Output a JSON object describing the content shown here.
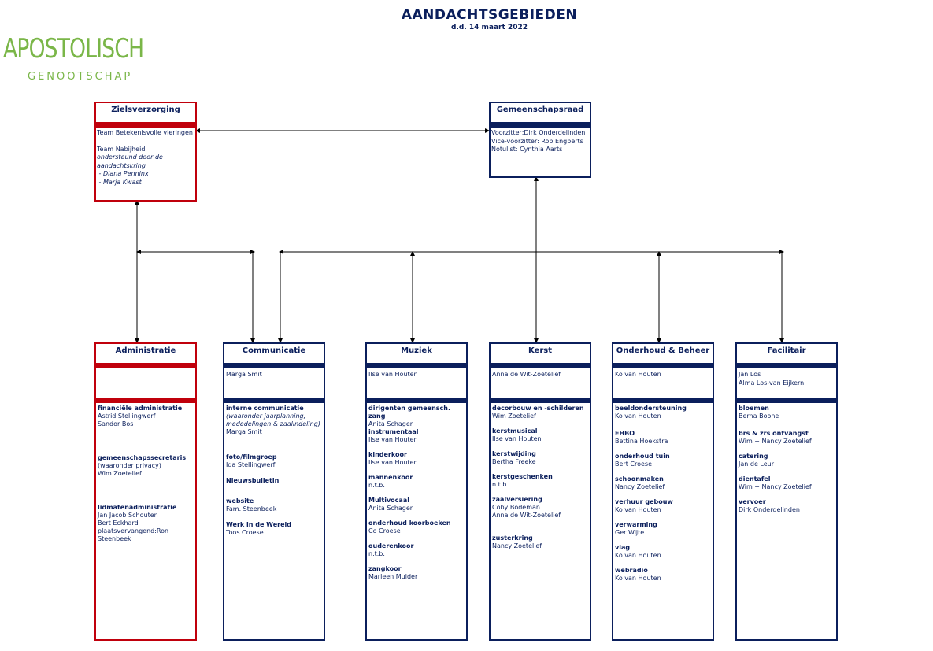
{
  "header": {
    "title": "AANDACHTSGEBIEDEN",
    "subtitle": "d.d. 14 maart 2022"
  },
  "logo": {
    "main": "APOSTOLISCH",
    "sub": "GENOOTSCHAP"
  },
  "colors": {
    "navy": "#0b1f5c",
    "red": "#c0000c",
    "green": "#7ab648"
  },
  "zielsverzorging": {
    "title": "Zielsverzorging",
    "line1": "Team Betekenisvolle vieringen",
    "line2": "Team Nabijheid",
    "line3": "ondersteund door de",
    "line4": "aandachtskring",
    "line5": " - Diana Penninx",
    "line6": " - Marja Kwast"
  },
  "gemeenschapsraad": {
    "title": "Gemeenschapsraad",
    "line1": "Voorzitter:Dirk Onderdelinden",
    "line2": "Vice-voorzitter: Rob Engberts",
    "line3": "Notulist: Cynthia Aarts"
  },
  "administratie": {
    "title": "Administratie",
    "items": [
      {
        "h": "financiële administratie",
        "l1": "Astrid Stellingwerf",
        "l2": "Sandor Bos"
      },
      {
        "h": "gemeenschapssecretaris",
        "l1": "(waaronder privacy)",
        "l2": "Wim Zoetelief"
      },
      {
        "h": "lidmatenadministratie",
        "l1": "Jan Jacob Schouten",
        "l2": "Bert Eckhard",
        "l3": "plaatsvervangend:Ron",
        "l4": "Steenbeek"
      }
    ]
  },
  "communicatie": {
    "title": "Communicatie",
    "lead": "Marga Smit",
    "items": [
      {
        "h": "interne communicatie",
        "l1": "(waaronder jaarplanning,",
        "l2": "mededelingen & zaalindeling)",
        "l3": "Marga Smit"
      },
      {
        "h": "foto/filmgroep",
        "l1": "Ida Stellingwerf"
      },
      {
        "h": "Nieuwsbulletin"
      },
      {
        "h": "website",
        "l1": "Fam. Steenbeek"
      },
      {
        "h": "Werk in de Wereld",
        "l1": "Toos Croese"
      }
    ]
  },
  "muziek": {
    "title": "Muziek",
    "lead": "Ilse van Houten",
    "items": [
      {
        "h": "dirigenten gemeensch.",
        "h2": "zang",
        "l1": "Anita Schager"
      },
      {
        "h": "instrumentaal",
        "l1": "Ilse van Houten"
      },
      {
        "h": "kinderkoor",
        "l1": "Ilse van Houten"
      },
      {
        "h": "mannenkoor",
        "l1": "n.t.b."
      },
      {
        "h": "Multivocaal",
        "l1": "Anita Schager"
      },
      {
        "h": "onderhoud koorboeken",
        "l1": "Co Croese"
      },
      {
        "h": "ouderenkoor",
        "l1": "n.t.b."
      },
      {
        "h": "zangkoor",
        "l1": "Marleen Mulder"
      }
    ]
  },
  "kerst": {
    "title": "Kerst",
    "lead": "Anna de Wit-Zoetelief",
    "items": [
      {
        "h": "decorbouw en -schilderen",
        "l1": "Wim Zoetelief"
      },
      {
        "h": "kerstmusical",
        "l1": "Ilse van Houten"
      },
      {
        "h": "kerstwijding",
        "l1": "Bertha Freeke"
      },
      {
        "h": "kerstgeschenken",
        "l1": "n.t.b."
      },
      {
        "h": "zaalversiering",
        "l1": "Coby Bodeman",
        "l2": "Anna de Wit-Zoetelief"
      },
      {
        "h": "zusterkring",
        "l1": "Nancy Zoetelief"
      }
    ]
  },
  "onderhoud": {
    "title": "Onderhoud & Beheer",
    "lead": "Ko van Houten",
    "items": [
      {
        "h": "beeldondersteuning",
        "l1": "Ko van Houten"
      },
      {
        "h": "EHBO",
        "l1": "Bettina Hoekstra"
      },
      {
        "h": "onderhoud tuin",
        "l1": "Bert Croese"
      },
      {
        "h": "schoonmaken",
        "l1": "Nancy Zoetelief"
      },
      {
        "h": "verhuur gebouw",
        "l1": "Ko van Houten"
      },
      {
        "h": "verwarming",
        "l1": "Ger Wijte"
      },
      {
        "h": "vlag",
        "l1": "Ko van Houten"
      },
      {
        "h": "webradio",
        "l1": "Ko van Houten"
      }
    ]
  },
  "facilitair": {
    "title": "Facilitair",
    "lead1": "Jan Los",
    "lead2": "Alma  Los-van Eijkern",
    "items": [
      {
        "h": "bloemen",
        "l1": "Berna Boone"
      },
      {
        "h": "brs & zrs ontvangst",
        "l1": "Wim + Nancy Zoetelief"
      },
      {
        "h": "catering",
        "l1": "Jan de Leur"
      },
      {
        "h": "dientafel",
        "l1": "Wim + Nancy Zoetelief"
      },
      {
        "h": "vervoer",
        "l1": "Dirk Onderdelinden"
      }
    ]
  }
}
